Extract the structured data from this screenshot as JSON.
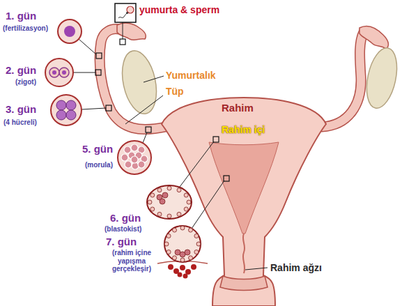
{
  "diagram": {
    "labels": [
      "yumurta & sperm",
      "1. gün",
      "(fertilizasyon)",
      "2. gün",
      "(zigot)",
      "Yumurtalık",
      "Tüp",
      "3. gün",
      "(4 hücreli)",
      "Rahim",
      "Rahim içi",
      "5. gün",
      "(morula)",
      "6. gün",
      "(blastokist)",
      "7. gün",
      "(rahim içine yapışma gerçekleşir)",
      "Rahim ağzı"
    ]
  }
}
